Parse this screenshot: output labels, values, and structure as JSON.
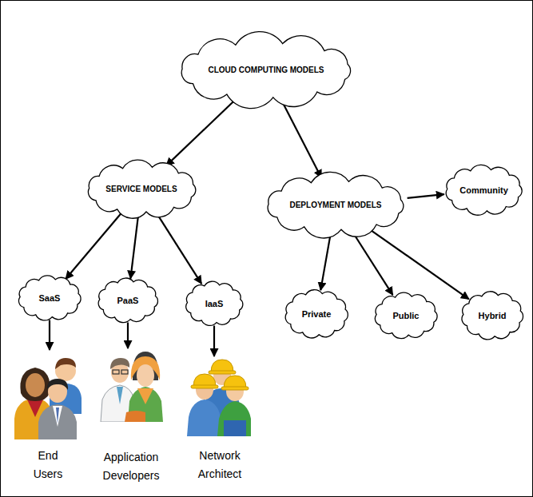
{
  "diagram": {
    "nodes": [
      {
        "text": [
          "CLOUD COMPUTING MODELS"
        ]
      },
      {
        "text": [
          "SERVICE MODELS"
        ]
      },
      {
        "text": [
          "DEPLOYMENT MODELS"
        ]
      },
      {
        "text": [
          "Community"
        ]
      },
      {
        "text": [
          "SaaS"
        ]
      },
      {
        "text": [
          "PaaS"
        ]
      },
      {
        "text": [
          "IaaS"
        ]
      },
      {
        "text": [
          "Private"
        ]
      },
      {
        "text": [
          "Public"
        ]
      },
      {
        "text": [
          "Hybrid"
        ]
      },
      {
        "text": [
          "End Users"
        ]
      },
      {
        "text": [
          "Application Developers"
        ]
      },
      {
        "text": [
          "Network Architect"
        ]
      }
    ],
    "edges": [
      {
        "from": 0,
        "to": 1,
        "arrow": "to"
      },
      {
        "from": 0,
        "to": 2,
        "arrow": "to"
      },
      {
        "from": 2,
        "to": 3,
        "arrow": "to"
      },
      {
        "from": 1,
        "to": 4,
        "arrow": "to"
      },
      {
        "from": 1,
        "to": 5,
        "arrow": "to"
      },
      {
        "from": 1,
        "to": 6,
        "arrow": "to"
      },
      {
        "from": 2,
        "to": 7,
        "arrow": "to"
      },
      {
        "from": 2,
        "to": 8,
        "arrow": "to"
      },
      {
        "from": 2,
        "to": 9,
        "arrow": "to"
      },
      {
        "from": 4,
        "to": 10,
        "arrow": "to"
      },
      {
        "from": 5,
        "to": 11,
        "arrow": "to"
      },
      {
        "from": 6,
        "to": 12,
        "arrow": "to"
      }
    ]
  }
}
